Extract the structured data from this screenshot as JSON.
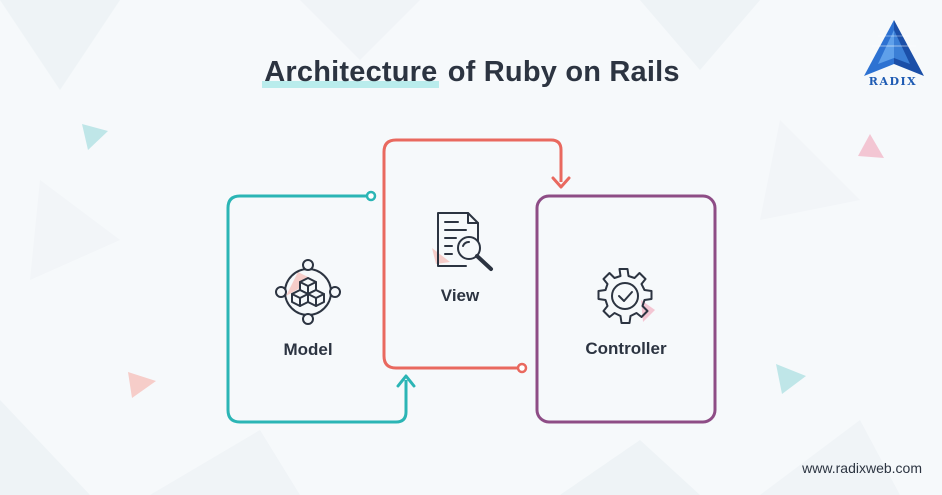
{
  "title": {
    "highlight": "Architecture",
    "rest": " of Ruby on Rails"
  },
  "brand": {
    "logo_text": "RADIX",
    "website": "www.radixweb.com"
  },
  "components": [
    {
      "label": "Model",
      "icon": "cubes-network-icon",
      "color": "#2bb5b5"
    },
    {
      "label": "View",
      "icon": "document-search-icon",
      "color": "#e9695f"
    },
    {
      "label": "Controller",
      "icon": "gear-check-icon",
      "color": "#8e4d86"
    }
  ]
}
